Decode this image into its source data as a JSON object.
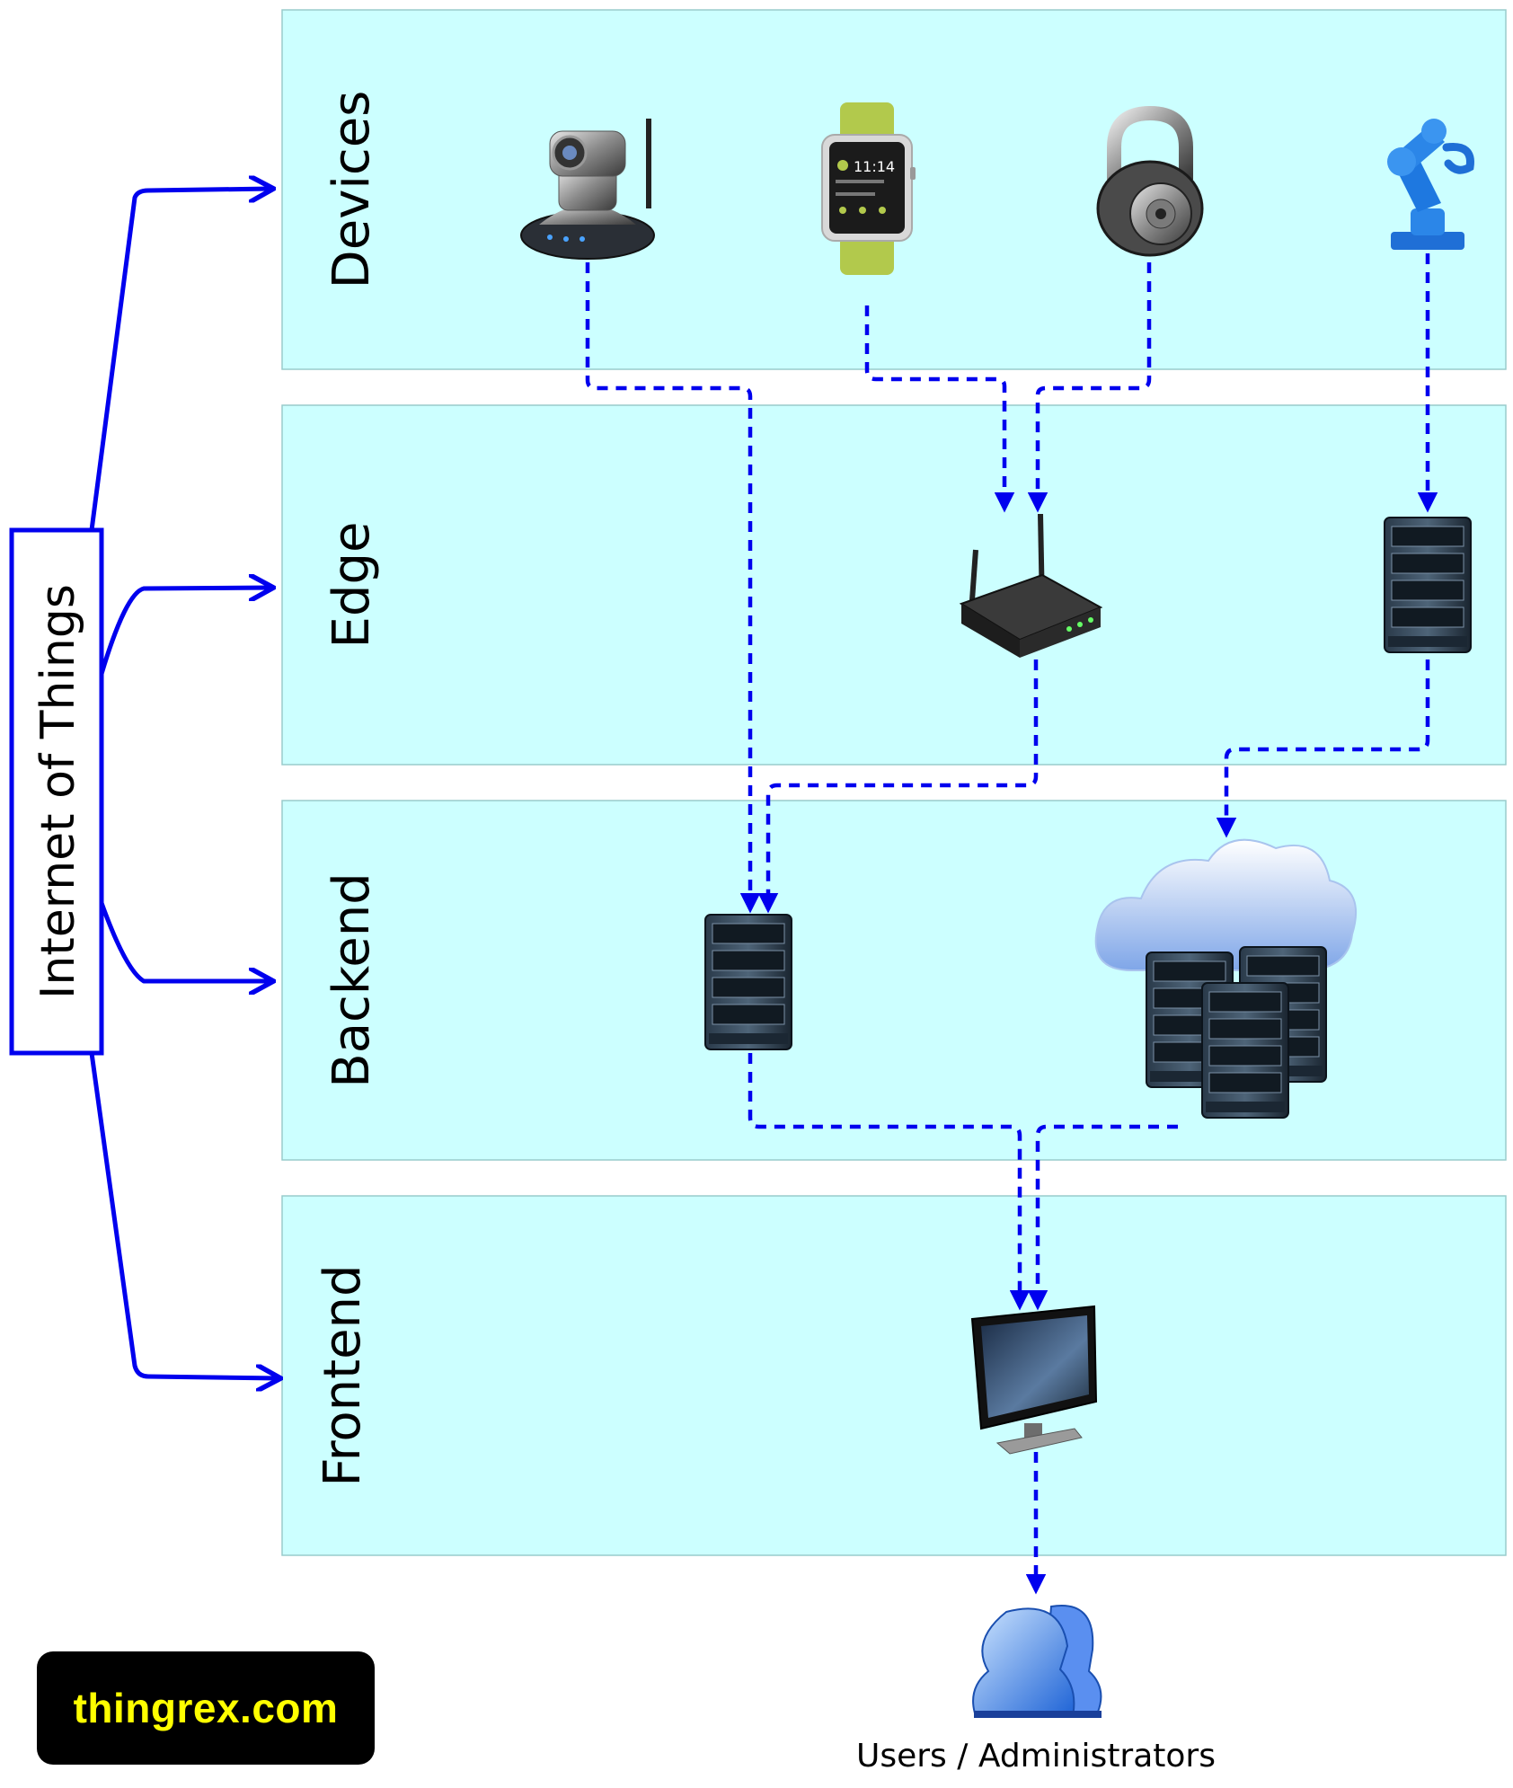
{
  "root": {
    "label": "Internet of Things"
  },
  "layers": [
    {
      "label": "Devices"
    },
    {
      "label": "Edge"
    },
    {
      "label": "Backend"
    },
    {
      "label": "Frontend"
    }
  ],
  "end_node": {
    "label": "Users / Administrators"
  },
  "brand": {
    "text": "thingrex.com"
  },
  "colors": {
    "layer_fill": "#ccffff",
    "arrow": "#0000ee",
    "brand_bg": "#000000",
    "brand_text": "#ffff00"
  },
  "icons": {
    "devices": [
      "ip-camera-icon",
      "smartwatch-icon",
      "padlock-icon",
      "robot-arm-icon"
    ],
    "edge": [
      "router-icon",
      "edge-server-icon"
    ],
    "backend": [
      "backend-server-icon",
      "cloud-servers-icon"
    ],
    "frontend": [
      "monitor-icon"
    ],
    "users": [
      "users-icon"
    ]
  },
  "smartwatch_screen": {
    "time": "11:14"
  }
}
